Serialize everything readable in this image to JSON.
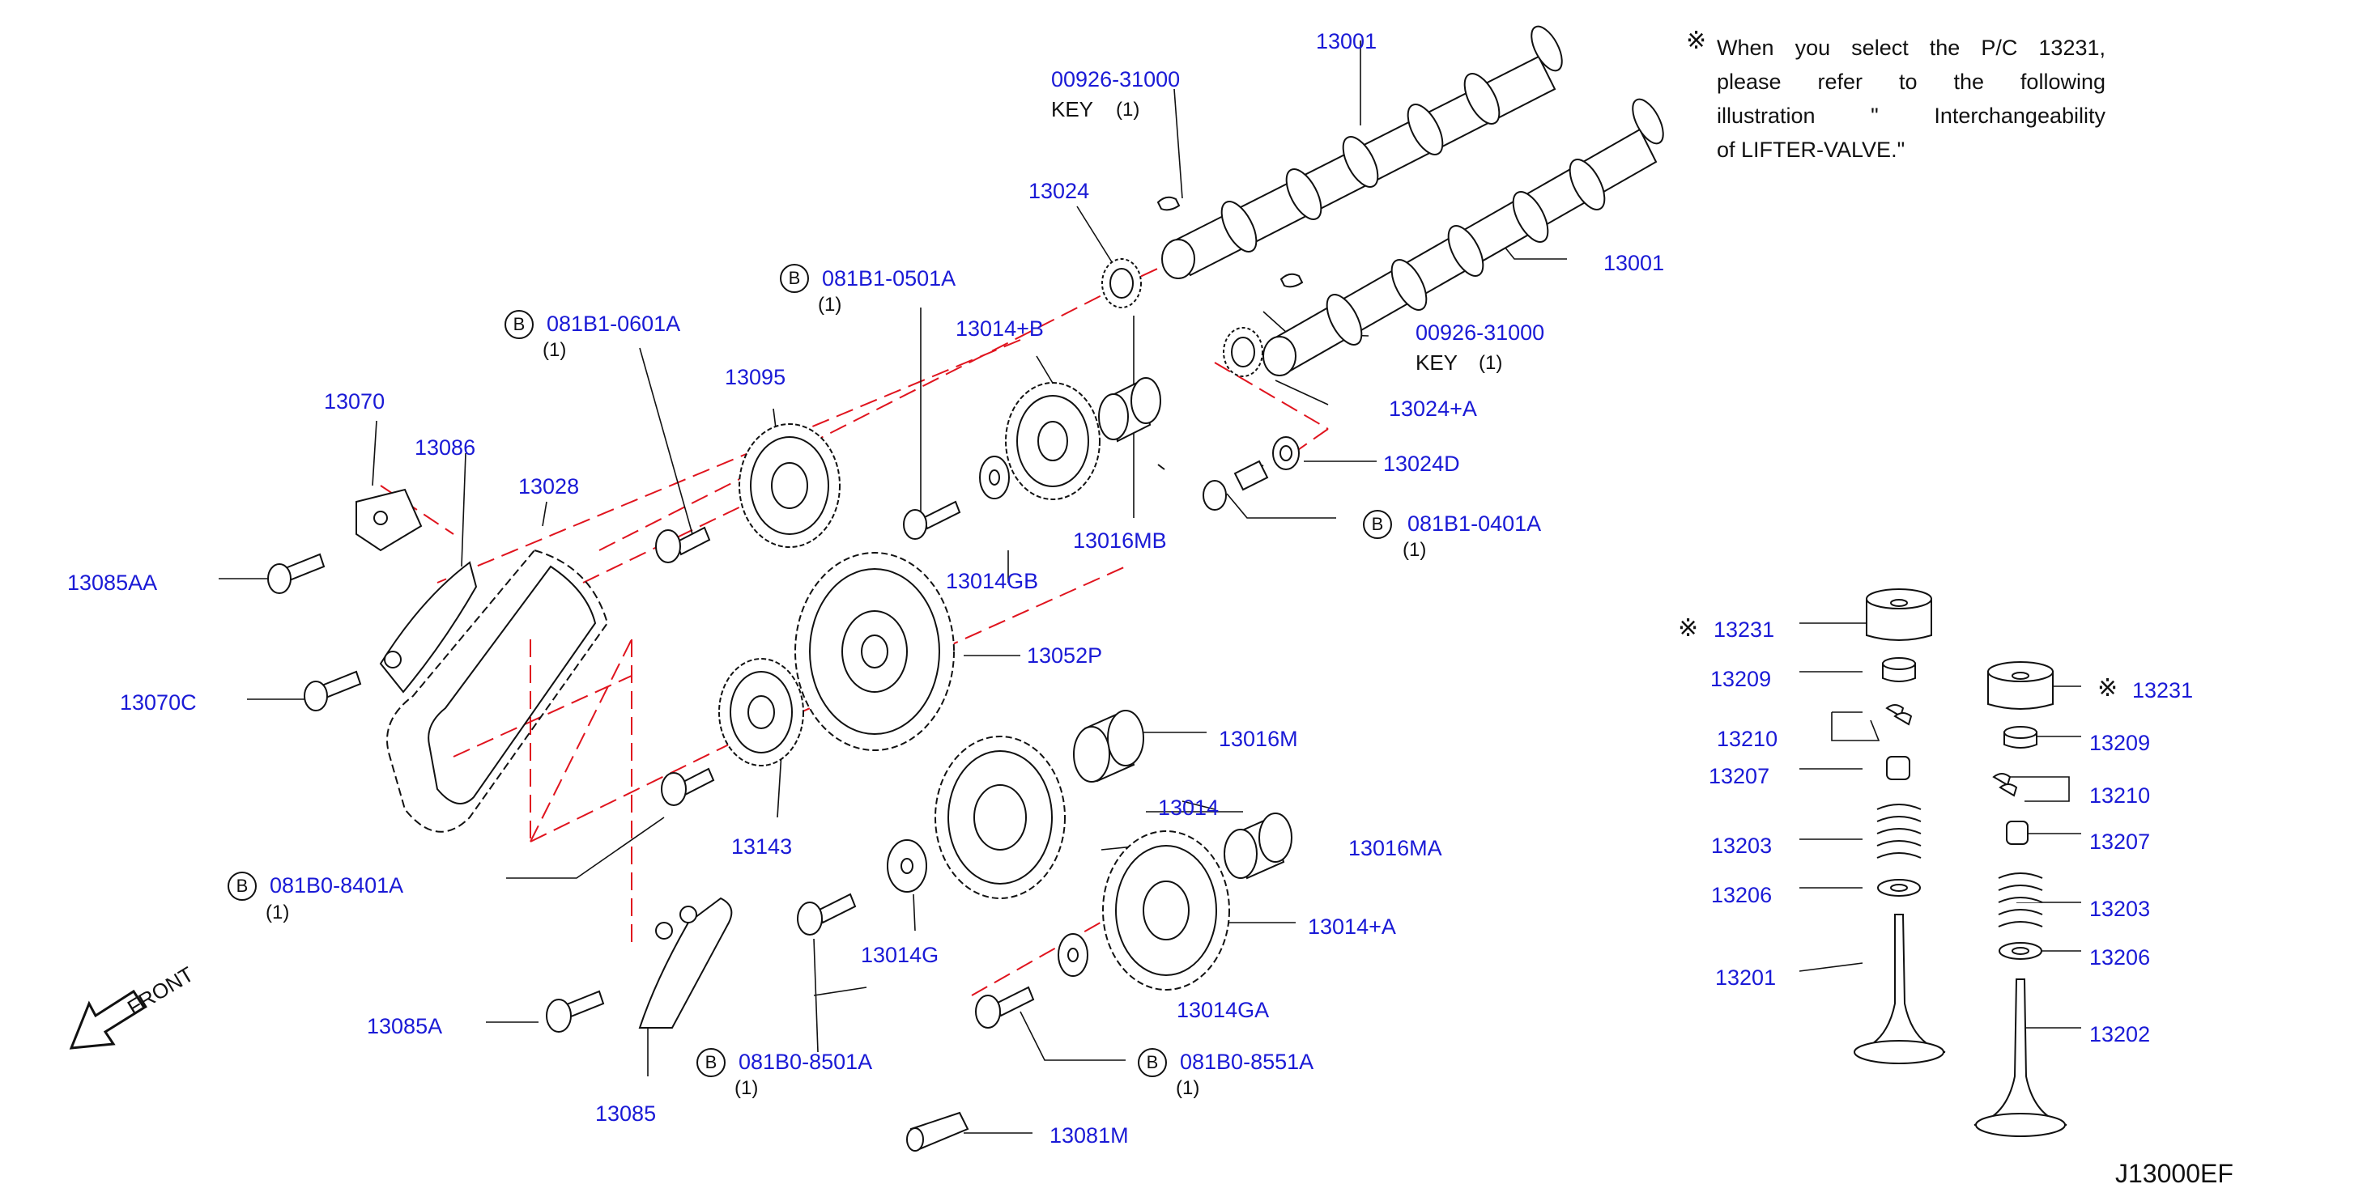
{
  "diagram": {
    "code": "J13000EF",
    "front_label": "FRONT",
    "note": {
      "lines": [
        "When you select the P/C 13231,",
        "please refer to the following",
        "illustration \" Interchangeability",
        "of LIFTER-VALVE.\""
      ]
    },
    "labels": {
      "p13001_top": "13001",
      "p00926_top": "00926-31000",
      "key_top": "KEY",
      "key_top_qty": "(1)",
      "p13024": "13024",
      "p13001_mid": "13001",
      "p00926_mid": "00926-31000",
      "key_mid": "KEY",
      "key_mid_qty": "(1)",
      "p13024A": "13024+A",
      "p13024D": "13024D",
      "b081B1_0401A": "081B1-0401A",
      "b081B1_0401A_qty": "(1)",
      "b081B1_0501A": "081B1-0501A",
      "b081B1_0501A_qty": "(1)",
      "p13014B": "13014+B",
      "b081B1_0601A": "081B1-0601A",
      "b081B1_0601A_qty": "(1)",
      "p13095": "13095",
      "p13070": "13070",
      "p13086": "13086",
      "p13028": "13028",
      "p13085AA": "13085AA",
      "p13070C": "13070C",
      "p13014GB": "13014GB",
      "p13016MB": "13016MB",
      "p13052P": "13052P",
      "p13016M": "13016M",
      "p13014": "13014",
      "p13016MA": "13016MA",
      "p13014A": "13014+A",
      "p13014GA": "13014GA",
      "p13143": "13143",
      "b081B0_8401A": "081B0-8401A",
      "b081B0_8401A_qty": "(1)",
      "p13014G": "13014G",
      "p13085A": "13085A",
      "p13085": "13085",
      "b081B0_8501A": "081B0-8501A",
      "b081B0_8501A_qty": "(1)",
      "b081B0_8551A": "081B0-8551A",
      "b081B0_8551A_qty": "(1)",
      "p13081M": "13081M",
      "v13231_l": "13231",
      "v13209_l": "13209",
      "v13210_l": "13210",
      "v13207_l": "13207",
      "v13203_l": "13203",
      "v13206_l": "13206",
      "v13201": "13201",
      "v13231_r": "13231",
      "v13209_r": "13209",
      "v13210_r": "13210",
      "v13207_r": "13207",
      "v13203_r": "13203",
      "v13206_r": "13206",
      "v13202": "13202"
    },
    "bolt_prefix": "B",
    "ref_symbol": "※",
    "colors": {
      "label": "#1a1ad6",
      "line": "#111111",
      "centerline": "#e0141e"
    }
  }
}
